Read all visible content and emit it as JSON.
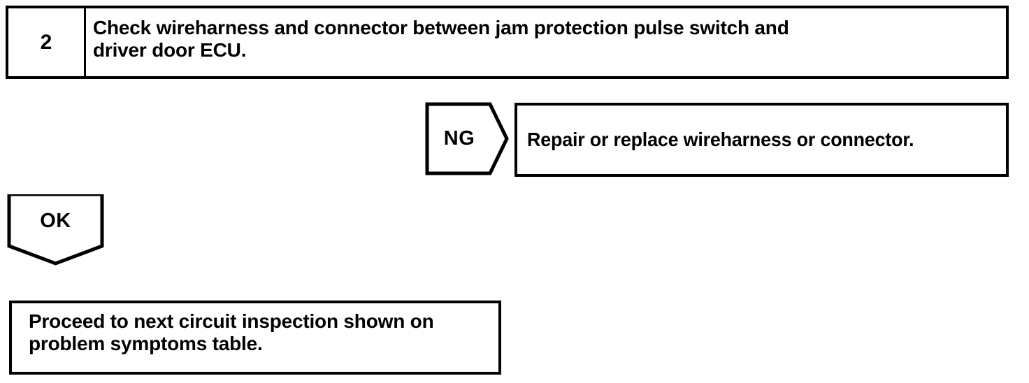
{
  "diagram": {
    "type": "troubleshooting-flowchart",
    "step": {
      "number": "2",
      "instruction": "Check wireharness and connector between jam protection pulse switch and\ndriver door ECU."
    },
    "branches": {
      "ng": {
        "label": "NG",
        "result": "Repair or replace wireharness or connector."
      },
      "ok": {
        "label": "OK",
        "result": "Proceed to next circuit inspection shown on\nproblem symptoms table."
      }
    },
    "colors": {
      "ink": "#000000",
      "paper": "#ffffff"
    }
  }
}
